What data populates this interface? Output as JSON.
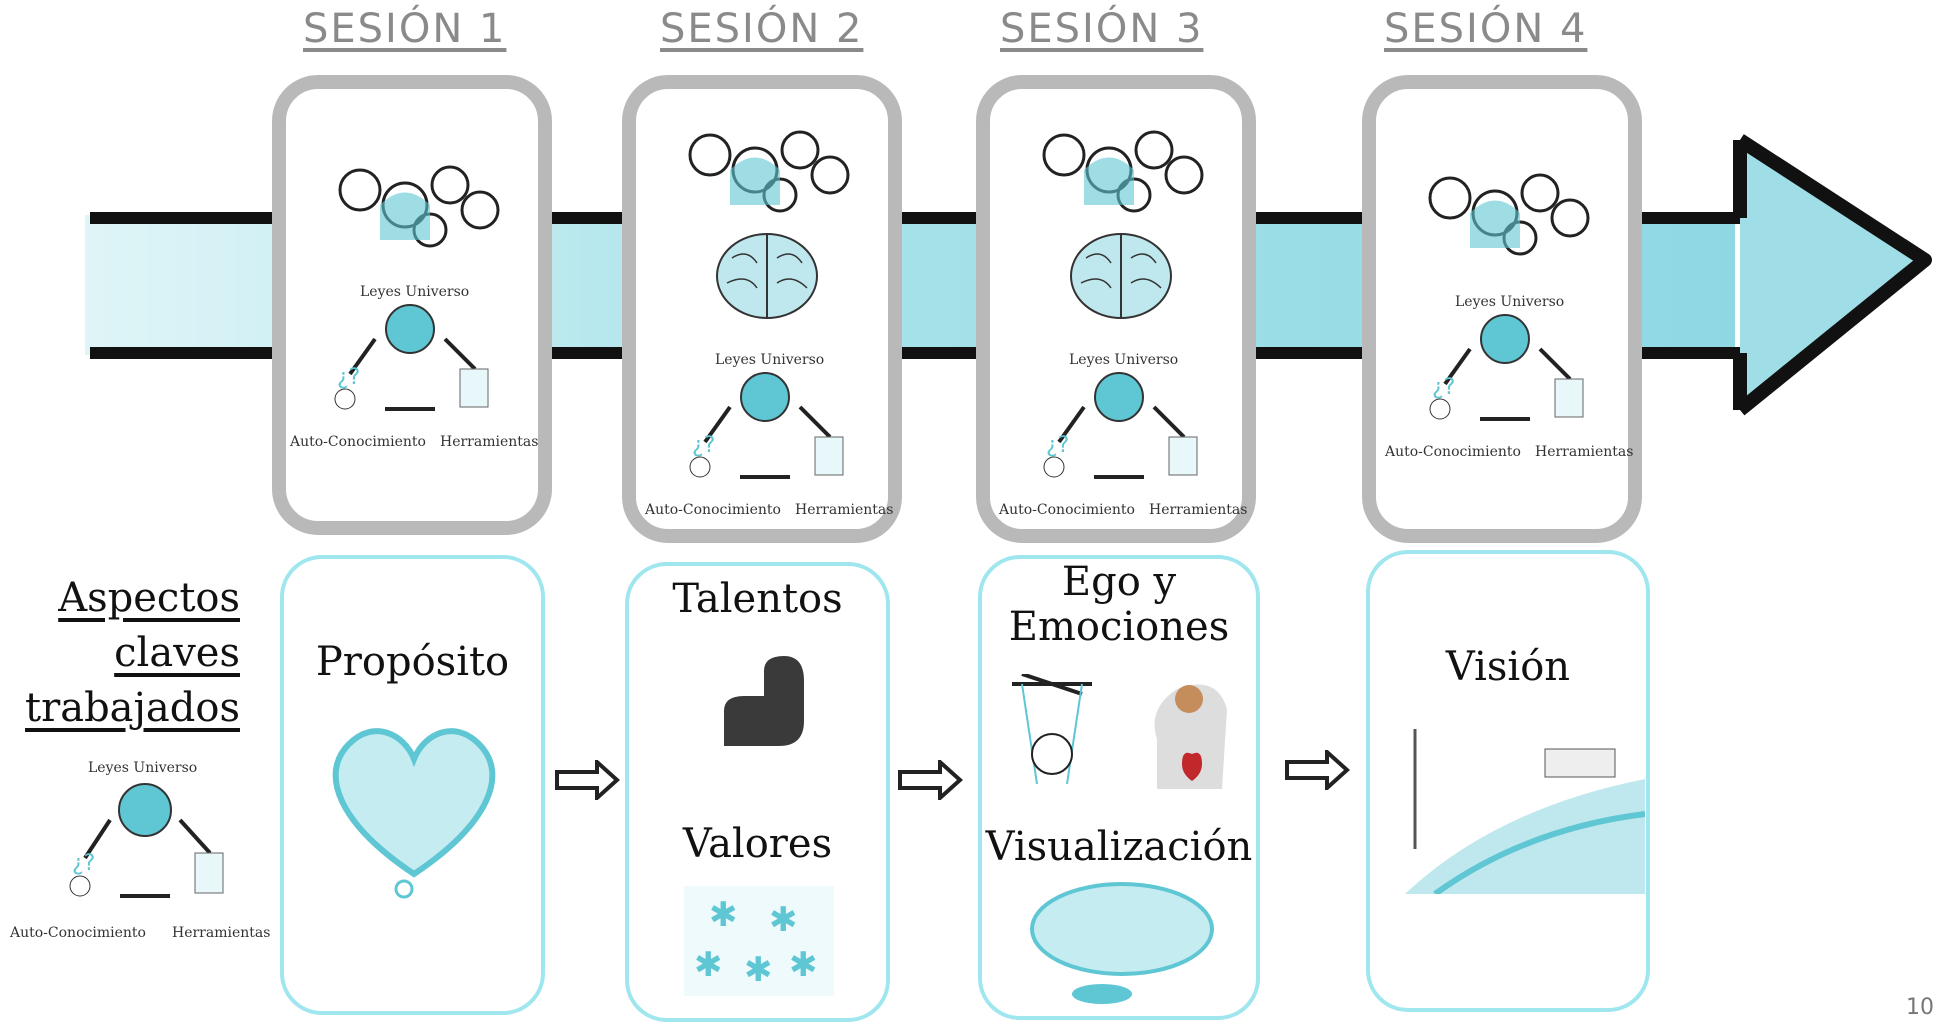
{
  "sessions": [
    {
      "title": "SESIÓN 1",
      "key_aspect": "Propósito"
    },
    {
      "title": "SESIÓN 2",
      "key_aspect_1": "Talentos",
      "key_aspect_2": "Valores"
    },
    {
      "title": "SESIÓN 3",
      "key_aspect_1": "Ego y",
      "key_aspect_1b": "Emociones",
      "key_aspect_2": "Visualización"
    },
    {
      "title": "SESIÓN 4",
      "key_aspect": "Visión"
    }
  ],
  "diagram": {
    "top": "Leyes Universo",
    "left": "Auto-Conocimiento",
    "right": "Herramientas"
  },
  "aspects_heading": [
    "Aspectos",
    "claves",
    "trabajados"
  ],
  "page_number": "10",
  "colors": {
    "teal": "#5fc6d4",
    "light_teal": "#9fe6ef",
    "gray_frame": "#b9b9b9"
  }
}
